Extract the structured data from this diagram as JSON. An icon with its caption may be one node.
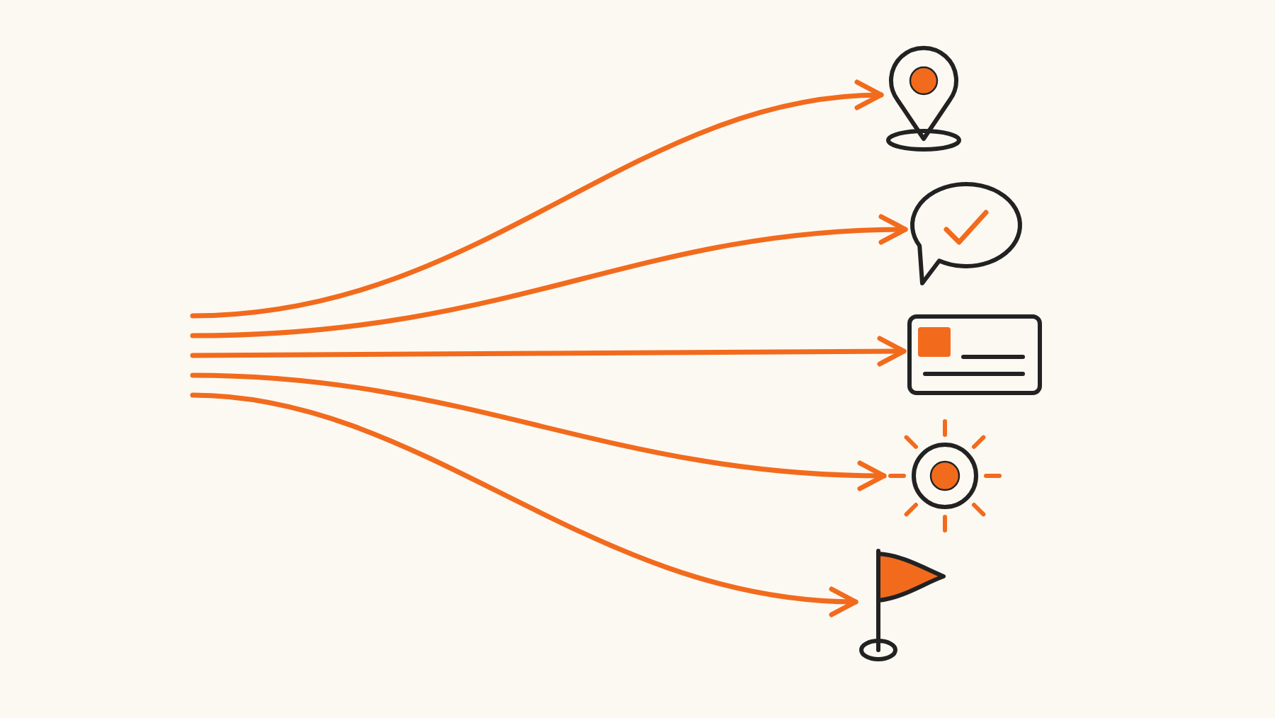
{
  "diagram": {
    "nodes": [
      {
        "text": [],
        "shape": "picture"
      },
      {
        "text": [],
        "shape": "picture"
      },
      {
        "text": [],
        "shape": "picture"
      },
      {
        "text": [],
        "shape": "picture"
      },
      {
        "text": [],
        "shape": "picture"
      }
    ],
    "edges": [
      {
        "from": null,
        "to": 0,
        "arrow": "to"
      },
      {
        "from": null,
        "to": 1,
        "arrow": "to"
      },
      {
        "from": null,
        "to": 2,
        "arrow": "to"
      },
      {
        "from": null,
        "to": 3,
        "arrow": "to"
      },
      {
        "from": null,
        "to": 4,
        "arrow": "to"
      }
    ]
  }
}
